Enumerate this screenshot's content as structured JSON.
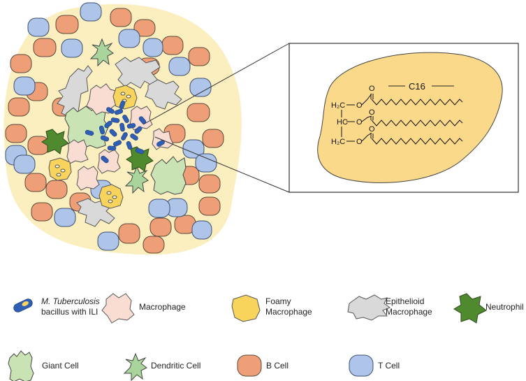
{
  "figure": {
    "inset_label": "C16",
    "chem_labels": [
      "H₂C",
      "HC",
      "H₂C",
      "O",
      "O",
      "O",
      "O",
      "O",
      "O"
    ]
  },
  "legend": [
    {
      "key": "mtb",
      "line1_italic": "M. Tuberculosis",
      "line2": "bacillus with ILI",
      "icon": "bacillus-icon"
    },
    {
      "key": "macrophage",
      "line1": "Macrophage",
      "icon": "macrophage-icon"
    },
    {
      "key": "foamy",
      "line1": "Foamy",
      "line2": "Macrophage",
      "icon": "foamy-macrophage-icon"
    },
    {
      "key": "epithelioid",
      "line1": "Epithelioid",
      "line2": "Macrophage",
      "icon": "epithelioid-macrophage-icon"
    },
    {
      "key": "neutrophil",
      "line1": "Neutrophil",
      "icon": "neutrophil-icon"
    },
    {
      "key": "giant",
      "line1": "Giant Cell",
      "icon": "giant-cell-icon"
    },
    {
      "key": "dendritic",
      "line1": "Dendritic Cell",
      "icon": "dendritic-cell-icon"
    },
    {
      "key": "bcell",
      "line1": "B Cell",
      "icon": "b-cell-icon"
    },
    {
      "key": "tcell",
      "line1": "T Cell",
      "icon": "t-cell-icon"
    }
  ],
  "colors": {
    "granuloma_bg": "#fbeebf",
    "inset_blob": "#fbd98a",
    "b_cell": "#ef9f77",
    "t_cell": "#aec4e8",
    "macrophage": "#f9dcd2",
    "foamy": "#f9d45c",
    "epithelioid": "#d9d9d9",
    "neutrophil": "#4f8a2e",
    "giant": "#c9e3b5",
    "dendritic": "#a9d49b",
    "bacillus": "#2f5fb5"
  }
}
